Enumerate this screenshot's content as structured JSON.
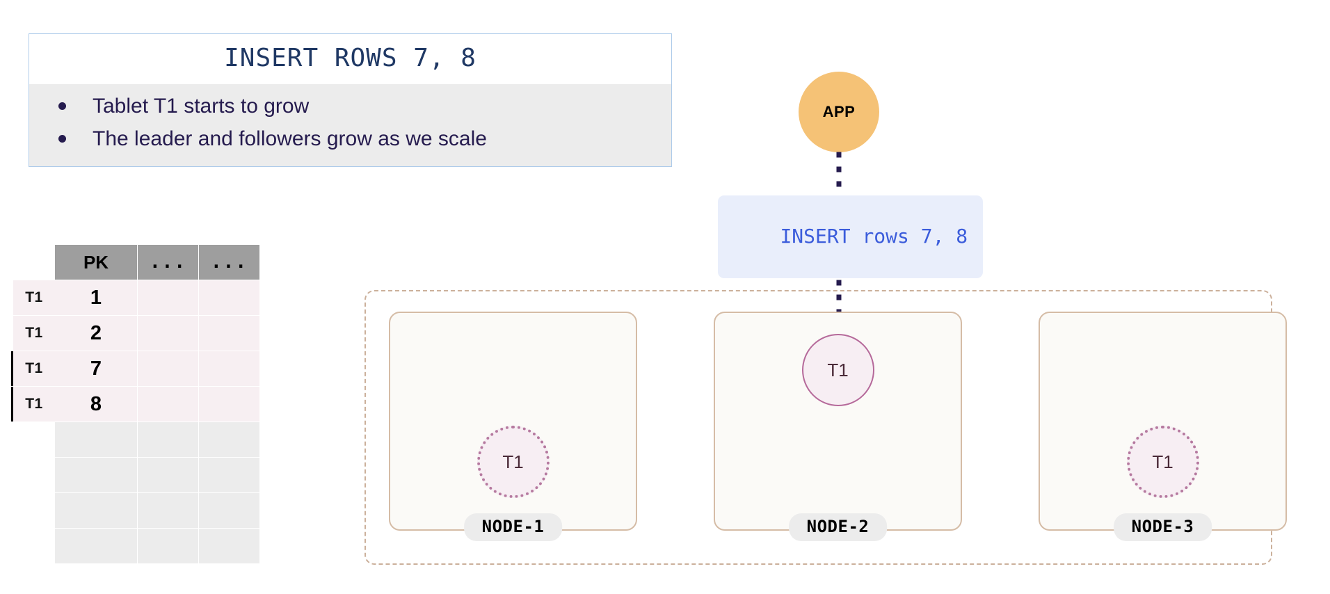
{
  "callout": {
    "title": "INSERT ROWS 7, 8",
    "bullets": [
      "Tablet T1 starts to grow",
      "The leader and followers grow as we scale"
    ]
  },
  "table": {
    "headers": [
      "PK",
      "...",
      "..."
    ],
    "rows": [
      {
        "tag": "T1",
        "pk": "1",
        "highlighted": false
      },
      {
        "tag": "T1",
        "pk": "2",
        "highlighted": false
      },
      {
        "tag": "T1",
        "pk": "7",
        "highlighted": true
      },
      {
        "tag": "T1",
        "pk": "8",
        "highlighted": true
      }
    ],
    "empty_row_count": 4
  },
  "app": {
    "label": "APP"
  },
  "query": {
    "text": "INSERT rows 7, 8"
  },
  "cluster": {
    "nodes": [
      {
        "label": "NODE-1",
        "tablet": "T1",
        "role": "follower"
      },
      {
        "label": "NODE-2",
        "tablet": "T1",
        "role": "leader"
      },
      {
        "label": "NODE-3",
        "tablet": "T1",
        "role": "follower"
      }
    ]
  },
  "colors": {
    "callout_border": "#aecbea",
    "callout_body": "#ececec",
    "title_text": "#1f3864",
    "bullet_text": "#251b4e",
    "table_header": "#9e9e9e",
    "table_row_filled": "#f7eff2",
    "table_row_empty": "#ececec",
    "row_marker": "#000000",
    "app_fill": "#f5c276",
    "query_badge_bg": "#e9eefb",
    "query_text": "#3b5cdb",
    "cluster_border": "#cbb09b",
    "node_border": "#d5bca6",
    "node_fill": "#fbfaf7",
    "tablet_fill": "#f7eef3",
    "leader_border": "#b5699a",
    "follower_border": "#b5799f",
    "arrow": "#251b4e"
  }
}
